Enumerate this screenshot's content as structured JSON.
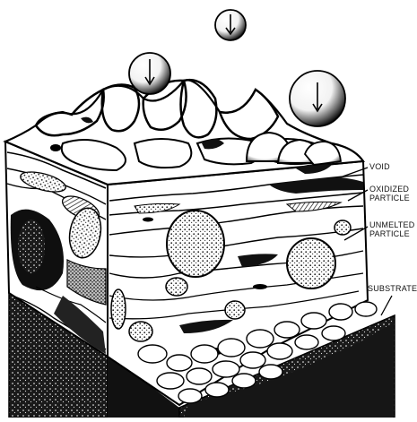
{
  "labels": {
    "void": "VOID",
    "oxidized_particle": "OXIDIZED PARTICLE",
    "unmelted_particle": "UNMELTED PARTICLE",
    "substrate": "SUBSTRATE"
  },
  "colors": {
    "ink": "#111111",
    "paper": "#ffffff",
    "stipple": "#7a7a7a"
  }
}
